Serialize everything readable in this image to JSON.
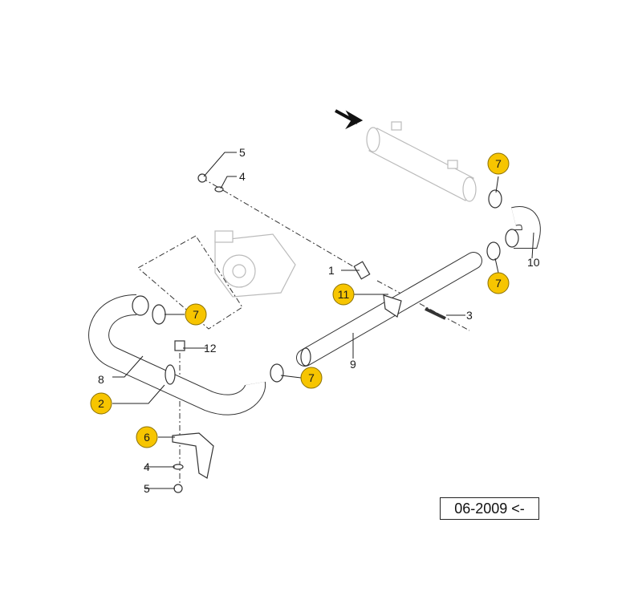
{
  "callouts": {
    "c5_top": "5",
    "c4_top": "4",
    "c1": "1",
    "c3": "3",
    "c9": "9",
    "c10": "10",
    "c12": "12",
    "c8": "8",
    "c4_bot": "4",
    "c5_bot": "5"
  },
  "badges": {
    "b7_cooler": "7",
    "b7_right": "7",
    "b11": "11",
    "b7_left": "7",
    "b7_mid": "7",
    "b2": "2",
    "b6": "6"
  },
  "revision": "06-2009 <-",
  "colors": {
    "badge": "#f7c500"
  }
}
